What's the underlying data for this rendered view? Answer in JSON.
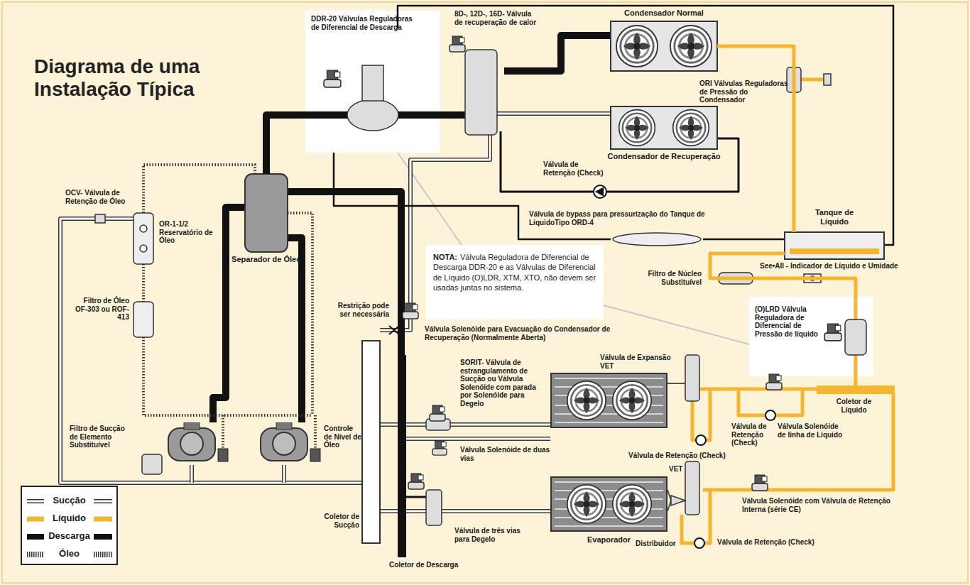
{
  "diagram": {
    "title": "Diagrama de uma Instalação Típica",
    "nodes": [
      {
        "text": [
          "DDR-20 Válvulas Reguladoras de Diferencial de Descarga"
        ]
      },
      {
        "text": [
          "Condensador Normal"
        ]
      },
      {
        "text": [
          "Condensador de Recuperação"
        ]
      },
      {
        "text": [
          "Separador de Óleo"
        ]
      },
      {
        "text": [
          "OR-1-1/2 Reservatório de Óleo"
        ]
      },
      {
        "text": [
          "NOTA:",
          "Válvula Reguladora de Diferencial de Descarga DDR-20 e as Válvulas de Diferencial de Líquido (O)LDR, XTM, XTO, não devem ser usadas juntas no sistema."
        ]
      },
      {
        "text": [
          "Tanque de Líquido"
        ]
      },
      {
        "text": [
          "(O)LRD Válvula Reguladora de Diferencial de Pressão de líquido"
        ]
      },
      {
        "text": [
          "Evaporador"
        ]
      }
    ],
    "edges": [
      {
        "from": 3,
        "to": 0,
        "arrow": "none"
      },
      {
        "from": 3,
        "to": 4,
        "arrow": "none"
      },
      {
        "from": 6,
        "to": 7,
        "arrow": "none"
      },
      {
        "from": 1,
        "to": 6,
        "arrow": "none"
      }
    ],
    "labels": [
      "8D-, 12D-, 16D- Válvula de recuperação de calor",
      "ORI Válvulas Reguladoras de Pressão do Condensador",
      "Válvula de Retenção (Check)",
      "Válvula de bypass para pressurização do Tanque de LíquidoTipo ORD-4",
      "OCV- Válvula de Retenção de Óleo",
      "Filtro de Óleo OF-303 ou ROF-413",
      "Filtro de Núcleo Substituível",
      "See•All - Indicador de Líquido e Umidade",
      "Restrição pode ser necessária",
      "Válvula Solenóide para Evacuação do Condensador de Recuperação (Normalmente Aberta)",
      "SORIT- Válvula de estrangulamento de Sucção ou Válvula Solenóide com parada por Solenóide para Degelo",
      "Válvula de Expansão VET",
      "Coletor de Líquido",
      "Válvula Solenóide de linha de Líquido",
      "Válvula de Retenção (Check)",
      "Filtro de Sucção de Elemento Substituível",
      "Controle de Nível de Óleo",
      "Válvula Solenóide de duas vias",
      "Válvula de Retenção (Check)",
      "VET",
      "Válvula Solenóide com Válvula de Retenção Interna (série CE)",
      "Coletor de Sucção",
      "Válvula de três vias para Degelo",
      "Distribuidor",
      "Válvula de Retenção (Check)",
      "Coletor de Descarga"
    ],
    "legend": [
      {
        "text": "Sucção"
      },
      {
        "text": "Líquido"
      },
      {
        "text": "Descarga"
      },
      {
        "text": "Óleo"
      }
    ]
  }
}
